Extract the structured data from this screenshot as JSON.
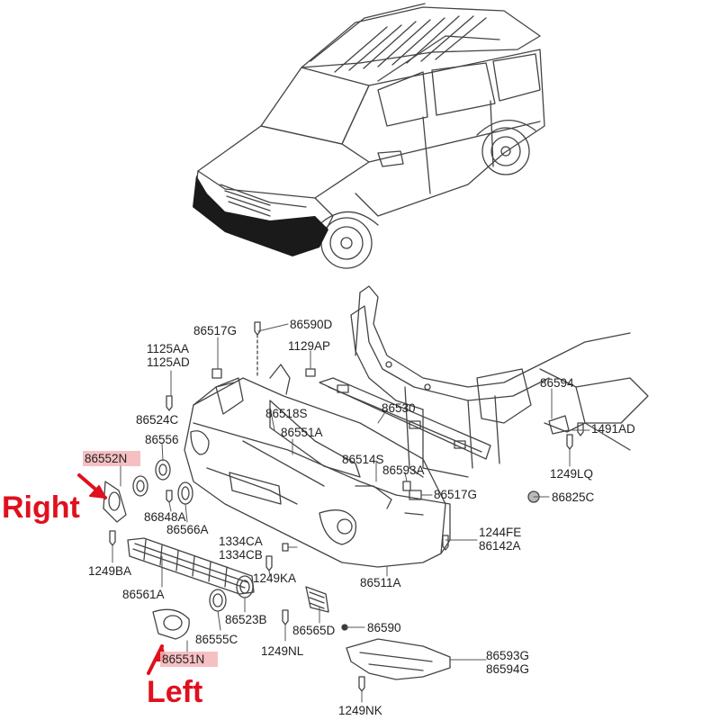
{
  "side_labels": {
    "right": "Right",
    "left": "Left"
  },
  "highlighted_parts": {
    "right": "86552N",
    "left": "86551N"
  },
  "part_labels": {
    "p86517G_top": "86517G",
    "p86590D": "86590D",
    "p1125AA": "1125AA",
    "p1125AD": "1125AD",
    "p1129AP": "1129AP",
    "p86594": "86594",
    "p86524C": "86524C",
    "p86518S": "86518S",
    "p86530": "86530",
    "p1491AD": "1491AD",
    "p86556": "86556",
    "p86551A": "86551A",
    "p86514S": "86514S",
    "p86593A": "86593A",
    "p1249LQ": "1249LQ",
    "p86517G_mid": "86517G",
    "p86825C": "86825C",
    "p86848A": "86848A",
    "p86566A": "86566A",
    "p1244FE": "1244FE",
    "p86142A": "86142A",
    "p1334CA": "1334CA",
    "p1334CB": "1334CB",
    "p1249BA": "1249BA",
    "p1249KA": "1249KA",
    "p86561A": "86561A",
    "p86511A": "86511A",
    "p86523B": "86523B",
    "p86565D": "86565D",
    "p86590": "86590",
    "p86555C": "86555C",
    "p1249NL": "1249NL",
    "p86593G": "86593G",
    "p86594G": "86594G",
    "p1249NK": "1249NK"
  },
  "colors": {
    "highlight": "#f5b5b8",
    "arrow_red": "#e0101e",
    "line": "#444444"
  }
}
